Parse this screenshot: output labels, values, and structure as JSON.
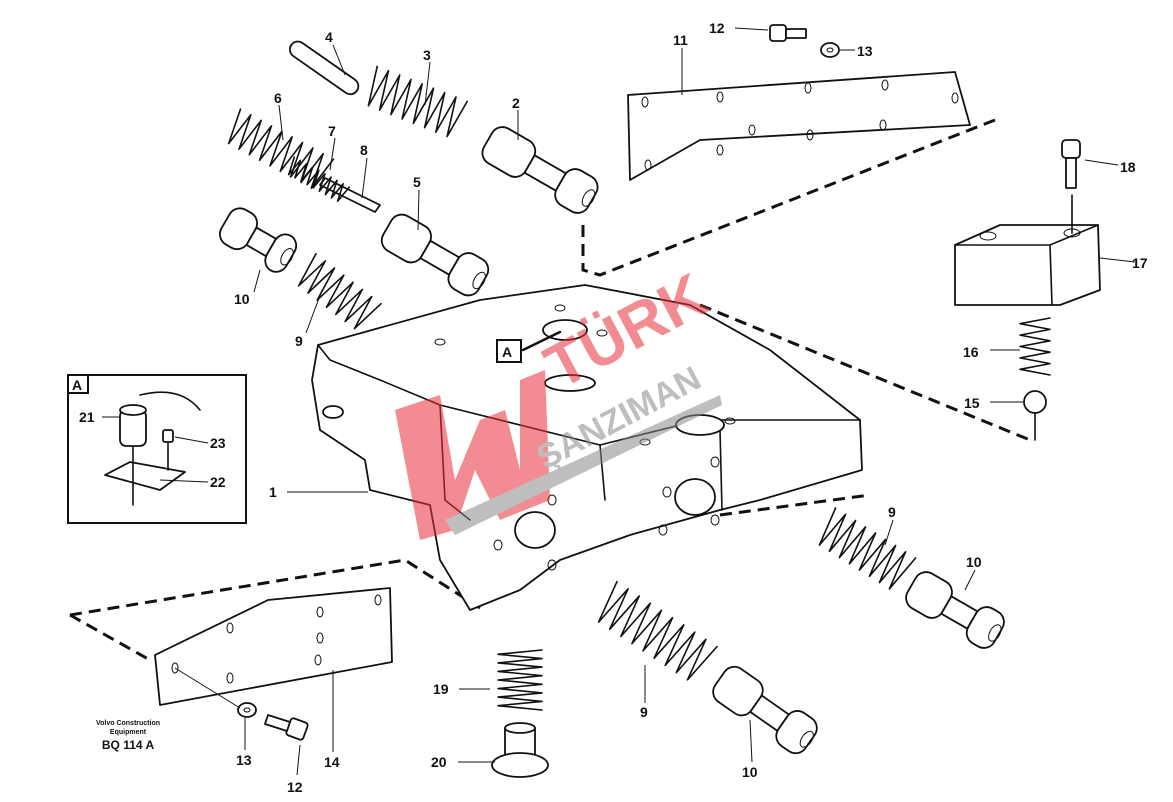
{
  "diagram": {
    "callouts": {
      "c4": "4",
      "c3": "3",
      "c2": "2",
      "c6": "6",
      "c7": "7",
      "c8": "8",
      "c5": "5",
      "c10a": "10",
      "c9a": "9",
      "c11": "11",
      "c12a": "12",
      "c13a": "13",
      "c18": "18",
      "c17": "17",
      "c16": "16",
      "c15": "15",
      "c21": "21",
      "c23": "23",
      "c22": "22",
      "c1": "1",
      "c9b": "9",
      "c10b": "10",
      "c9c": "9",
      "c10c": "10",
      "c19": "19",
      "c20": "20",
      "c13b": "13",
      "c12b": "12",
      "c14": "14"
    },
    "detail_marker": "A",
    "inset_label": "A",
    "footer": {
      "maker_line1": "Volvo Construction",
      "maker_line2": "Equipment",
      "drawing_code": "BQ 114 A"
    },
    "watermark": {
      "word1": "TÜRK",
      "word2": "ŞANZIMAN",
      "colors": {
        "red": "#e8303a",
        "gray": "#8a8a8a"
      }
    }
  }
}
